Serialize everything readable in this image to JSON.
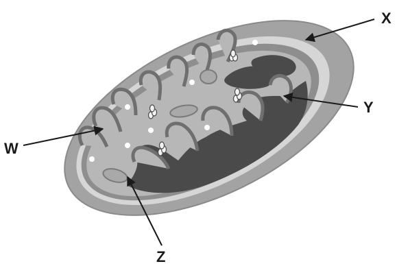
{
  "diagram": {
    "labels": {
      "W": "W",
      "X": "X",
      "Y": "Y",
      "Z": "Z"
    }
  },
  "colors": {
    "outer_membrane": "#a6a6a6",
    "intermembrane_space": "#d9d9d9",
    "inner_membrane": "#8c8c8c",
    "matrix": "#b3b3b3",
    "cristae_space": "#4a4a4a",
    "label_text": "#1a1a1a"
  }
}
